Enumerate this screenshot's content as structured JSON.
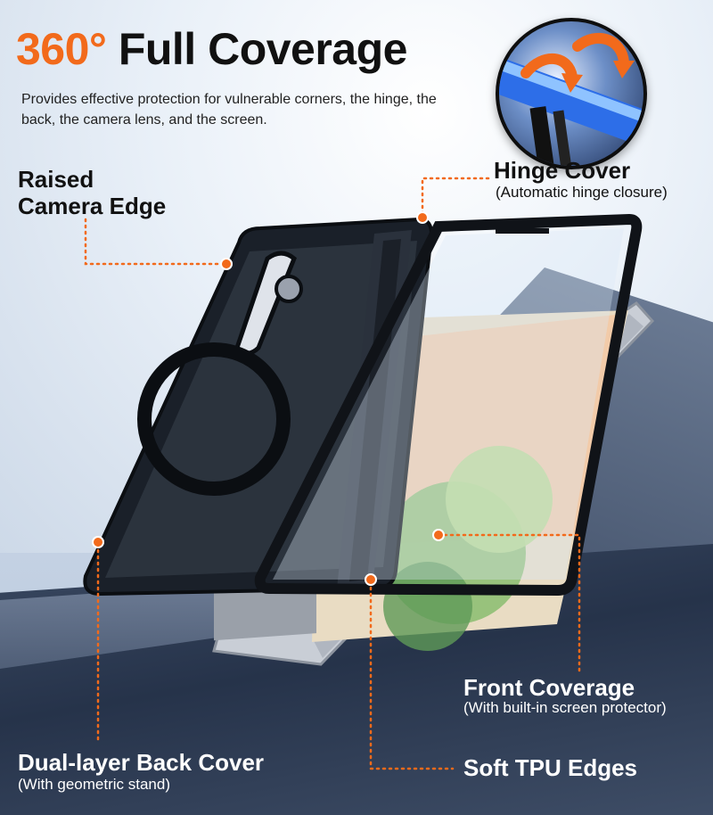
{
  "headline": {
    "accent": "360°",
    "rest": "Full Coverage"
  },
  "subtitle": "Provides effective protection for vulnerable corners, the hinge, the back, the camera lens, and the screen.",
  "callouts": {
    "camera": {
      "title_line1": "Raised",
      "title_line2": "Camera Edge"
    },
    "hinge": {
      "title": "Hinge Cover",
      "subtitle": "(Automatic hinge closure)"
    },
    "front": {
      "title": "Front Coverage",
      "subtitle": "(With built-in screen protector)"
    },
    "tpu": {
      "title": "Soft TPU Edges"
    },
    "back": {
      "title": "Dual-layer Back Cover",
      "subtitle": "(With geometric stand)"
    }
  },
  "colors": {
    "accent": "#f26a1b",
    "text_dark": "#111111",
    "text_light": "#ffffff",
    "case_black": "#151a22"
  }
}
